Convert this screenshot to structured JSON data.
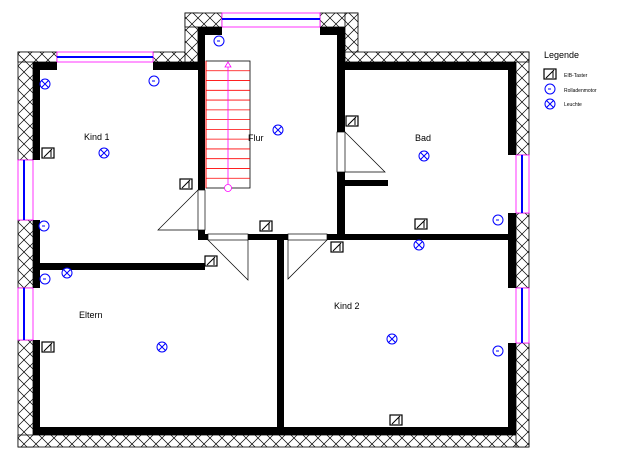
{
  "rooms": {
    "kind1": "Kind 1",
    "flur": "Flur",
    "bad": "Bad",
    "eltern": "Eltern",
    "kind2": "Kind 2"
  },
  "legend": {
    "title": "Legende",
    "items": [
      {
        "icon": "eib-switch-icon",
        "label": "EIB-Taster"
      },
      {
        "icon": "shutter-motor-icon",
        "label": "Rolladenmotor"
      },
      {
        "icon": "light-icon",
        "label": "Leuchte"
      }
    ]
  },
  "colors": {
    "wall": "#000000",
    "symbol": "#0000ff",
    "window_frame": "#ff00ff",
    "stair": "#ff0000",
    "stair_arrow": "#ff00ff"
  }
}
